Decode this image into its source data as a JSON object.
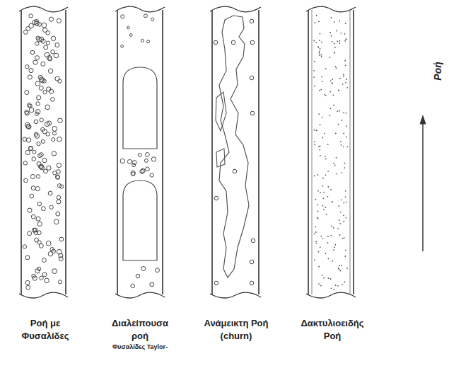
{
  "diagram": {
    "labels": [
      "Ροή με Φυσαλίδες",
      "Διαλείπουσα ροή",
      "Φυσαλίδες Taylor-",
      "Ανάμεικτη Ροή (churn)",
      "Δακτυλιοειδής Ροή",
      "Ροή"
    ]
  }
}
